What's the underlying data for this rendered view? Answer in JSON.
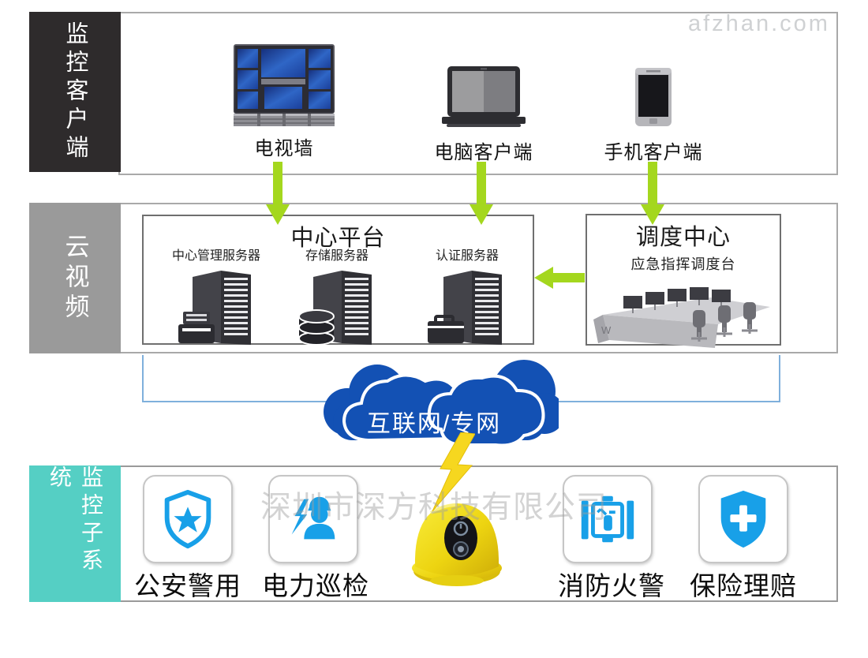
{
  "watermarks": {
    "site": "afzhan.com",
    "company": "深圳市深方科技有限公司"
  },
  "colors": {
    "accent_green": "#a4d71e",
    "cloud_blue": "#1351b4",
    "icon_blue": "#18a0e8",
    "teal": "#55cfc4",
    "label_dark": "#2e2b2c",
    "label_gray": "#9a9a9a",
    "helmet_yellow": "#f2d71b"
  },
  "clients_section": {
    "label": "监控客户端",
    "devices": [
      {
        "label": "电视墙"
      },
      {
        "label": "电脑客户端"
      },
      {
        "label": "手机客户端"
      }
    ]
  },
  "cloud_section": {
    "label": "云视频",
    "platform": {
      "title": "中心平台",
      "servers": [
        {
          "label": "中心管理服务器"
        },
        {
          "label": "存储服务器"
        },
        {
          "label": "认证服务器"
        }
      ]
    },
    "dispatch": {
      "title": "调度中心",
      "subtitle": "应急指挥调度台"
    }
  },
  "network": {
    "label": "互联网/专网"
  },
  "subsystems_section": {
    "label": "监控子系统",
    "items": [
      {
        "label": "公安警用"
      },
      {
        "label": "电力巡检"
      },
      {
        "label": "消防火警"
      },
      {
        "label": "保险理赔"
      }
    ]
  }
}
